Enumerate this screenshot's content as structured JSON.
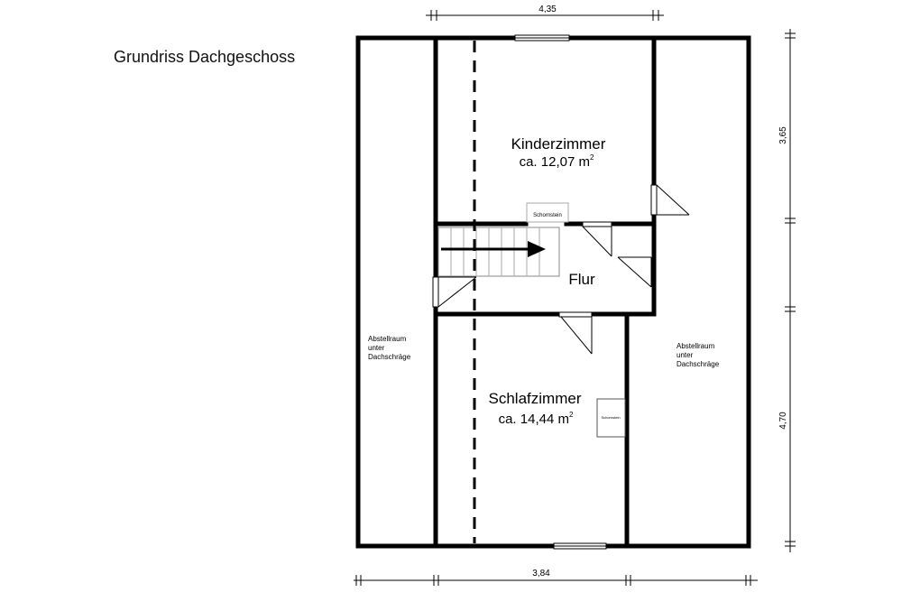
{
  "title": "Grundriss Dachgeschoss",
  "dimensions": {
    "top_width": "4,35",
    "bottom_width": "3,84",
    "right_upper": "3,65",
    "right_lower": "4,70"
  },
  "rooms": {
    "kinderzimmer": {
      "name": "Kinderzimmer",
      "area": "ca. 12,07 m",
      "unit_sup": "2"
    },
    "schlafzimmer": {
      "name": "Schlafzimmer",
      "area": "ca. 14,44 m",
      "unit_sup": "2"
    },
    "flur": {
      "name": "Flur"
    },
    "abstell_left": {
      "line1": "Abstellraum",
      "line2": "unter",
      "line3": "Dachschräge"
    },
    "abstell_right": {
      "line1": "Abstellraum",
      "line2": "unter",
      "line3": "Dachschräge"
    }
  },
  "chimney_label": "Schornstein"
}
